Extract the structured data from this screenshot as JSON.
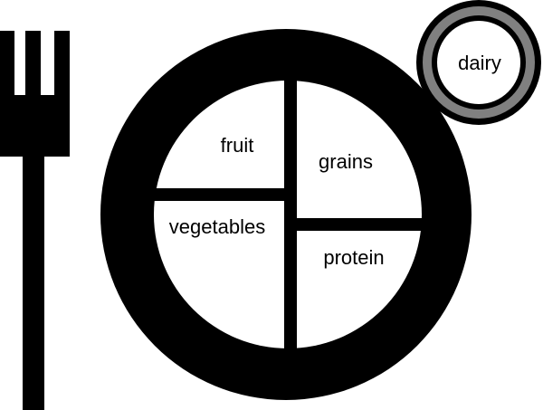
{
  "diagram": {
    "title": "",
    "colors": {
      "background": "#ffffff",
      "plate": "#000000",
      "section_fill": "#ffffff",
      "cup_ring": "#808080",
      "text": "#000000"
    },
    "plate": {
      "sections": [
        {
          "id": "fruit",
          "label": "fruit"
        },
        {
          "id": "grains",
          "label": "grains"
        },
        {
          "id": "vegetables",
          "label": "vegetables"
        },
        {
          "id": "protein",
          "label": "protein"
        }
      ]
    },
    "cup": {
      "label": "dairy"
    },
    "utensil": {
      "icon": "fork-icon"
    }
  }
}
